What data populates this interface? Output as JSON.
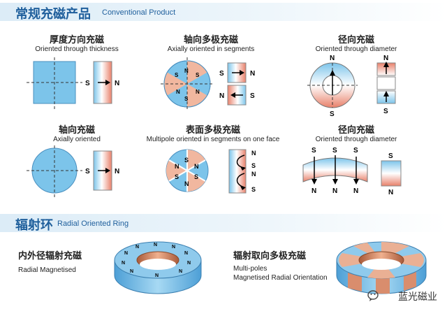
{
  "sections": [
    {
      "zh": "常规充磁产品",
      "en": "Conventional Product"
    },
    {
      "zh": "辐射环",
      "en": "Radial Oriented Ring"
    }
  ],
  "cells": [
    {
      "title": "厚度方向充磁",
      "subtitle": "Oriented through thickness"
    },
    {
      "title": "轴向多极充磁",
      "subtitle": "Axially oriented in segments"
    },
    {
      "title": "径向充磁",
      "subtitle": "Oriented through diameter"
    },
    {
      "title": "轴向充磁",
      "subtitle": "Axially oriented"
    },
    {
      "title": "表面多极充磁",
      "subtitle": "Multipole oriented in segments on one face"
    },
    {
      "title": "径向充磁",
      "subtitle": "Oriented through diameter"
    }
  ],
  "bottom": [
    {
      "title": "内外径辐射充磁",
      "subtitle_lines": [
        "Radial Magnetised"
      ]
    },
    {
      "title": "辐射取向多极充磁",
      "subtitle_lines": [
        "Multi-poles",
        "Magnetised Radial Orientation"
      ]
    }
  ],
  "poles": {
    "n": "N",
    "s": "S"
  },
  "watermark": "蓝光磁业",
  "colors": {
    "blue": "#7cc4ea",
    "red": "#e8806a",
    "pink": "#f1b79f",
    "title_blue": "#1f5f9c"
  }
}
